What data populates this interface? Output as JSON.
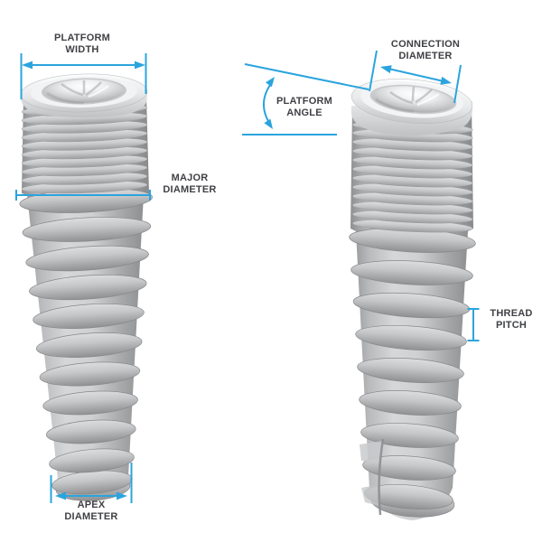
{
  "colors": {
    "background": "#ffffff",
    "annotation_blue": "#2ba4de",
    "label_text": "#404145"
  },
  "labels": {
    "platform_width": "PLATFORM WIDTH",
    "major_diameter": "MAJOR DIAMETER",
    "apex_diameter": "APEX DIAMETER",
    "connection_diameter": "CONNECTION DIAMETER",
    "platform_angle": "PLATFORM ANGLE",
    "thread_pitch": "THREAD PITCH"
  }
}
